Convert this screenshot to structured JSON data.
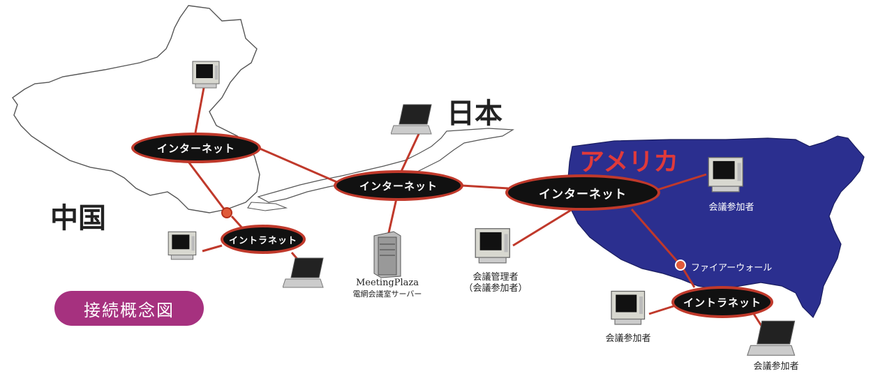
{
  "countries": {
    "china": "中国",
    "japan": "日本",
    "america": "アメリカ"
  },
  "networks": {
    "internet_china": "インターネット",
    "internet_japan": "インターネット",
    "internet_america": "インターネット",
    "intranet_china": "イントラネット",
    "intranet_america": "イントラネット"
  },
  "labels": {
    "server_name": "MeetingPlaza",
    "server_desc": "電網会議室サーバー",
    "manager": "会議管理者",
    "manager_sub": "（会議参加者）",
    "participant_top": "会議参加者",
    "participant_bottom_left": "会議参加者",
    "participant_bottom_right": "会議参加者",
    "firewall": "ファイアーウォール"
  },
  "title_badge": "接続概念図",
  "colors": {
    "link": "#c0392b",
    "america_fill": "#2b2f8f",
    "badge": "#a6317f",
    "america_text": "#e03a3a"
  }
}
